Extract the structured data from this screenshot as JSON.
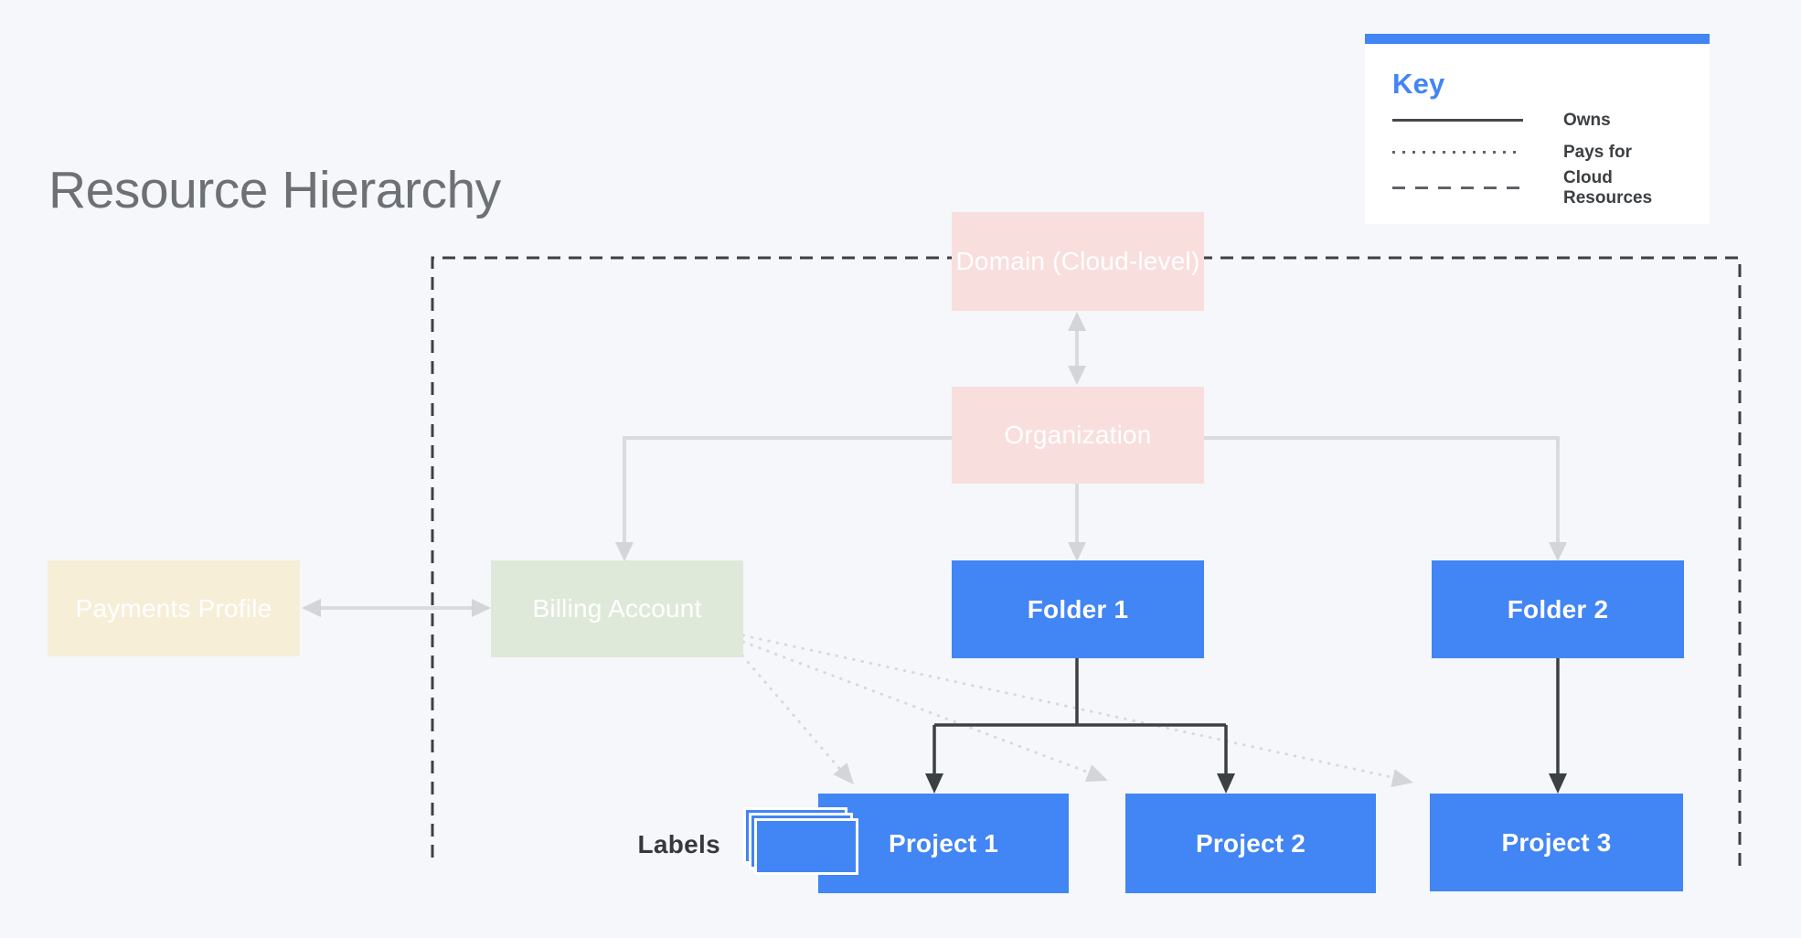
{
  "title": "Resource Hierarchy",
  "key": {
    "heading": "Key",
    "items": [
      {
        "line_style": "solid",
        "label": "Owns"
      },
      {
        "line_style": "dotted",
        "label": "Pays for"
      },
      {
        "line_style": "dashed",
        "label": "Cloud Resources"
      }
    ]
  },
  "nodes": {
    "domain": {
      "label": "Domain (Cloud-level)",
      "color": "#f9dede"
    },
    "organization": {
      "label": "Organization",
      "color": "#f9dede"
    },
    "payments_profile": {
      "label": "Payments Profile",
      "color": "#f7eed8"
    },
    "billing_account": {
      "label": "Billing Account",
      "color": "#dfe9da"
    },
    "folder1": {
      "label": "Folder 1",
      "color": "#4285f4"
    },
    "folder2": {
      "label": "Folder 2",
      "color": "#4285f4"
    },
    "project1": {
      "label": "Project 1",
      "color": "#4285f4"
    },
    "project2": {
      "label": "Project 2",
      "color": "#4285f4"
    },
    "project3": {
      "label": "Project 3",
      "color": "#4285f4"
    }
  },
  "annotations": {
    "labels_caption": "Labels"
  },
  "colors": {
    "background": "#f5f7fa",
    "accent_blue": "#4285f4",
    "dark_line": "#3c4043",
    "light_line": "#d9dbdf",
    "dotted_line": "#d6d8db",
    "title_gray": "#6d7175"
  }
}
